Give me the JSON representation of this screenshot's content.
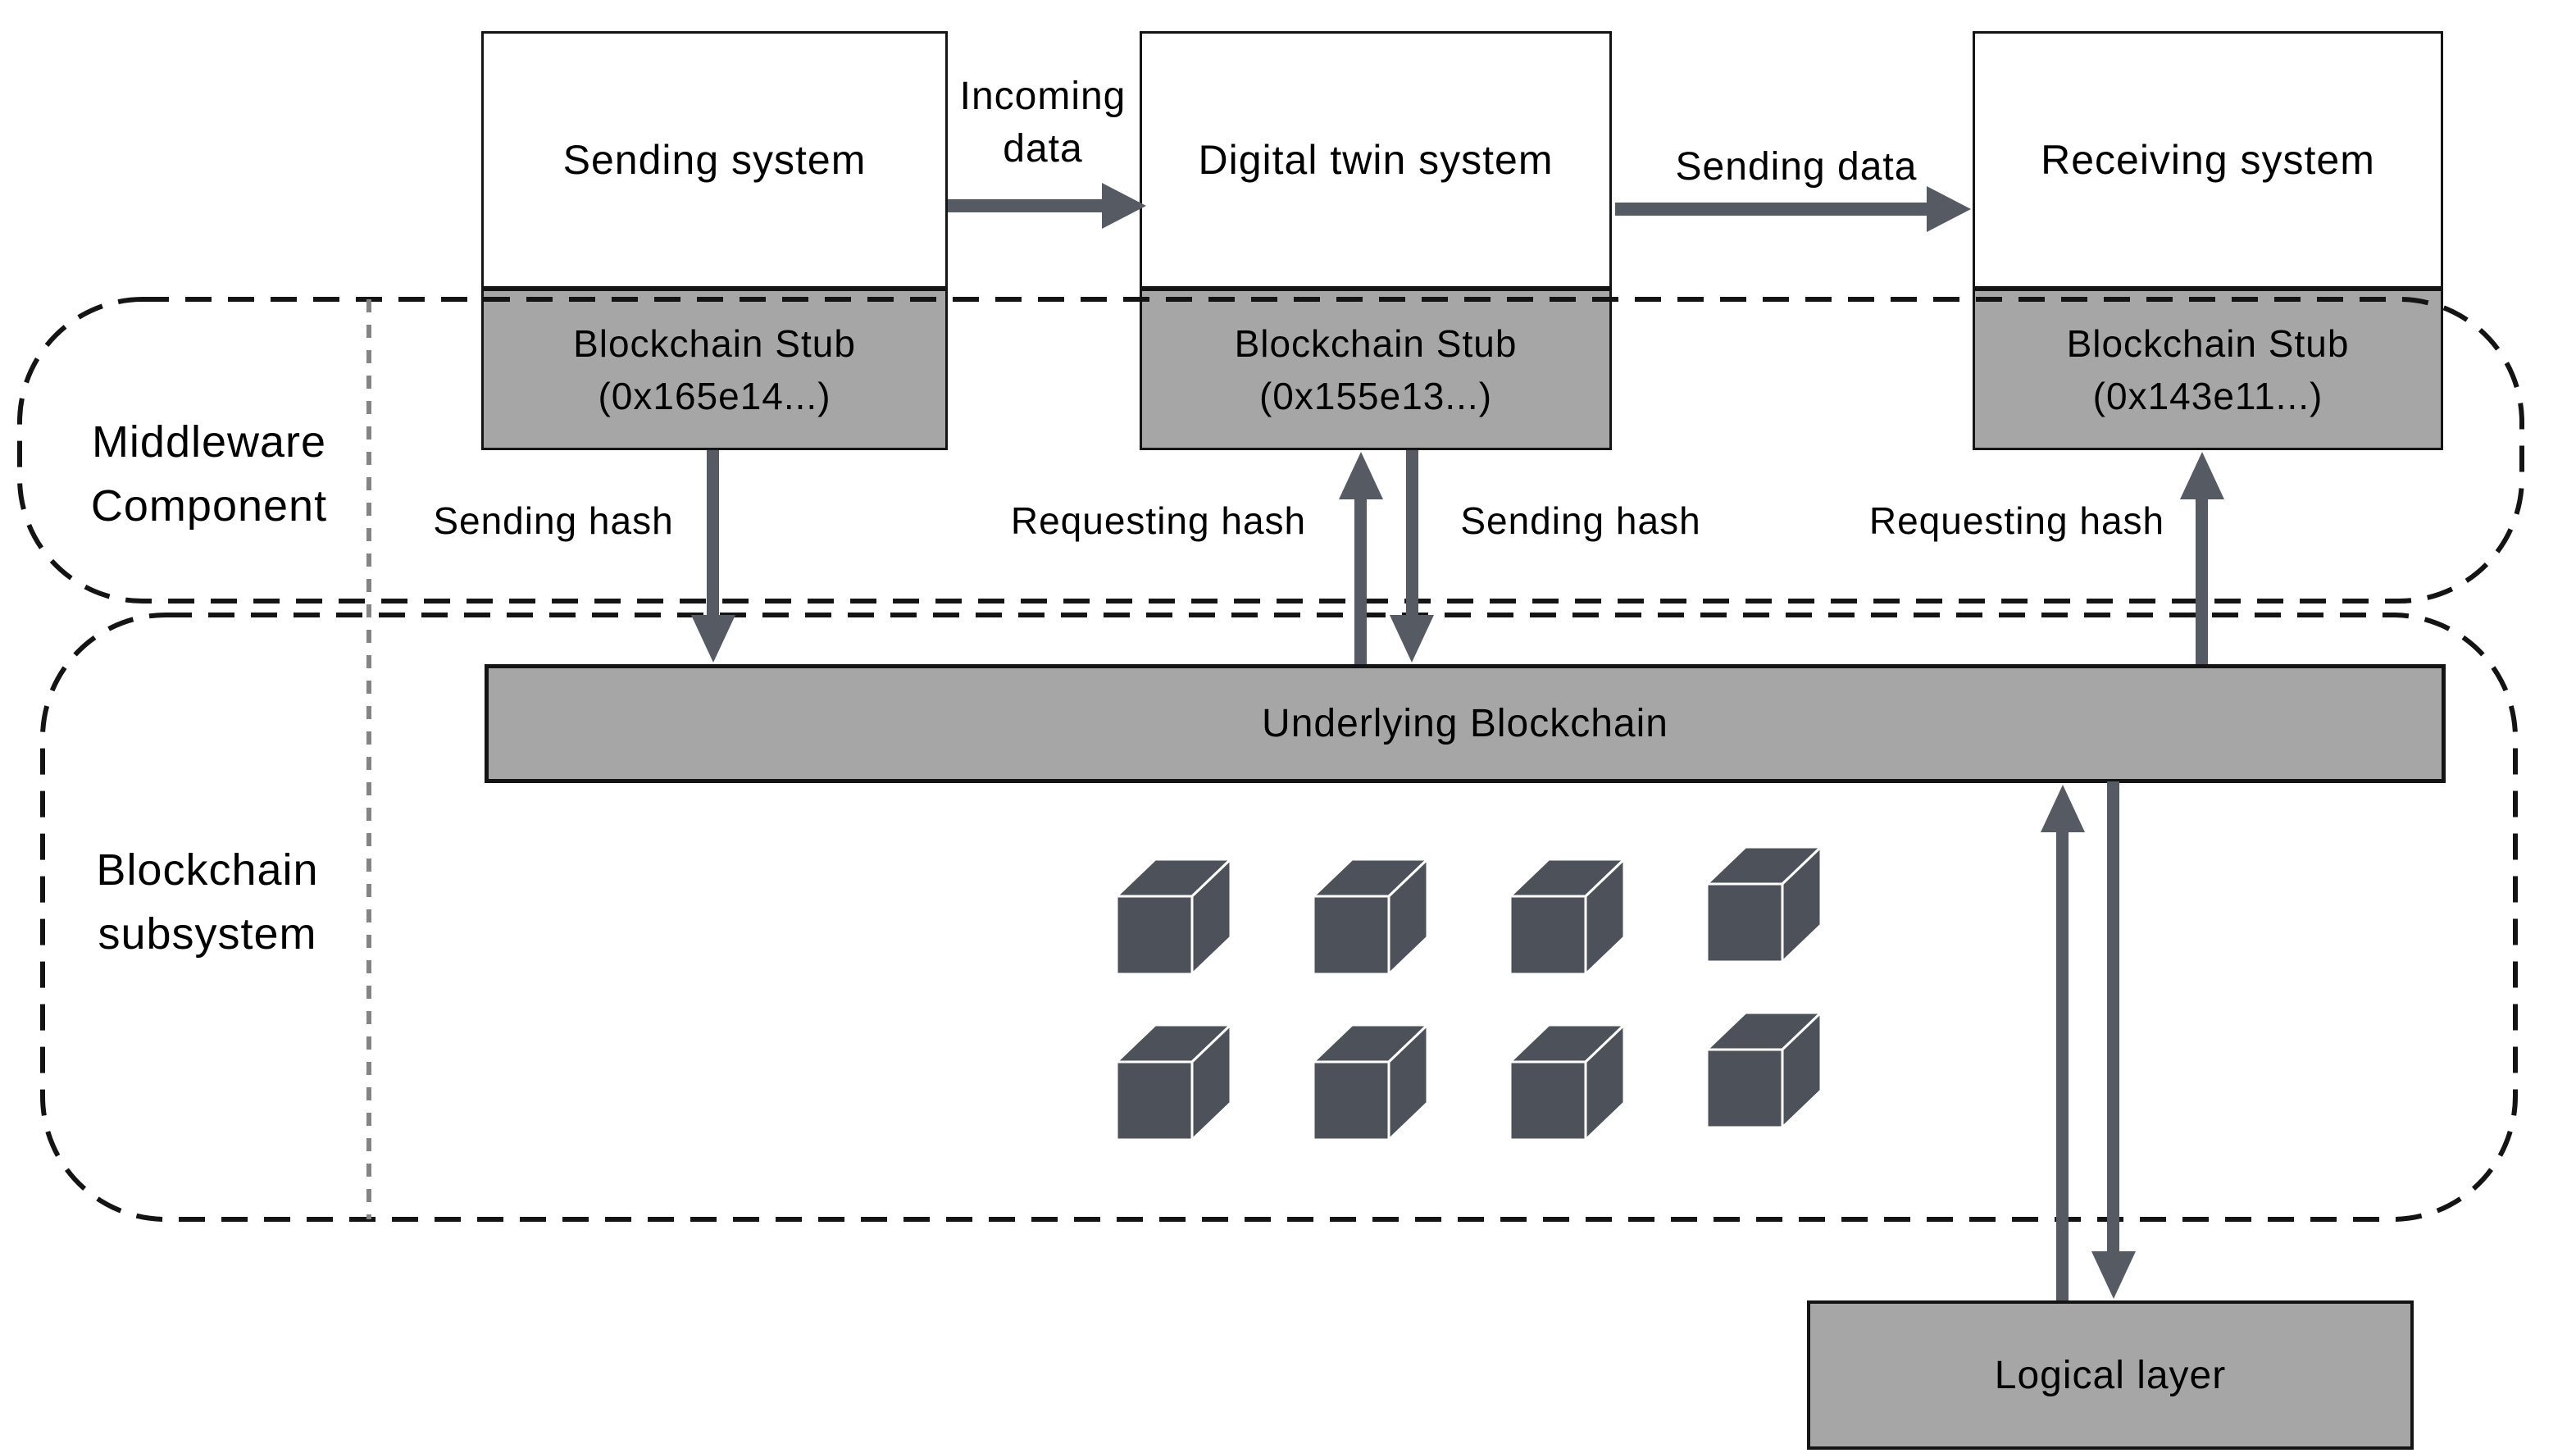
{
  "systems": [
    {
      "label": "Sending system",
      "stub_title": "Blockchain Stub",
      "stub_address": "(0x165e14...)"
    },
    {
      "label": "Digital twin system",
      "stub_title": "Blockchain Stub",
      "stub_address": "(0x155e13...)"
    },
    {
      "label": "Receiving system",
      "stub_title": "Blockchain Stub",
      "stub_address": "(0x143e11...)"
    }
  ],
  "flows": {
    "incoming_data": "Incoming data",
    "sending_data": "Sending data",
    "sending_hash_left": "Sending hash",
    "requesting_hash_middle": "Requesting hash",
    "sending_hash_middle": "Sending hash",
    "requesting_hash_right": "Requesting hash"
  },
  "regions": {
    "middleware": "Middleware Component",
    "subsystem": "Blockchain subsystem"
  },
  "blockchain": {
    "underlying": "Underlying Blockchain",
    "logical": "Logical layer",
    "block_count": 8
  },
  "colors": {
    "box_fill": "#ffffff",
    "stub_fill": "#a6a6a6",
    "arrow": "#565a62",
    "cube": "#4d525a",
    "outline": "#141414",
    "dash_gray": "#848484"
  }
}
